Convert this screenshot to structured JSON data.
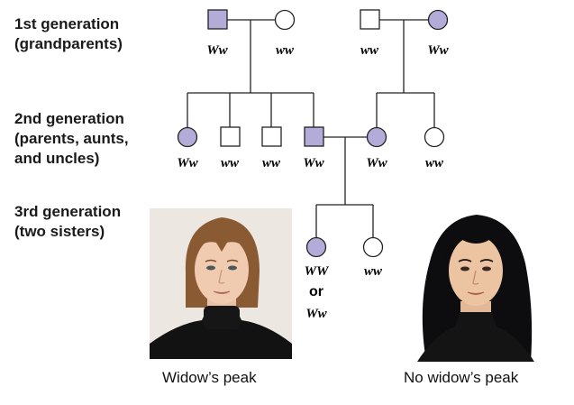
{
  "generations": [
    {
      "line1": "1st generation",
      "line2": "(grandparents)"
    },
    {
      "line1": "2nd generation",
      "line2": "(parents, aunts,",
      "line3": "and uncles)"
    },
    {
      "line1": "3rd generation",
      "line2": "(two sisters)"
    }
  ],
  "gen1": [
    {
      "sex": "male",
      "affected": true,
      "genotype": "Ww"
    },
    {
      "sex": "female",
      "affected": false,
      "genotype": "ww"
    },
    {
      "sex": "male",
      "affected": false,
      "genotype": "ww"
    },
    {
      "sex": "female",
      "affected": true,
      "genotype": "Ww"
    }
  ],
  "gen2": [
    {
      "sex": "female",
      "affected": true,
      "genotype": "Ww"
    },
    {
      "sex": "male",
      "affected": false,
      "genotype": "ww"
    },
    {
      "sex": "male",
      "affected": false,
      "genotype": "ww"
    },
    {
      "sex": "male",
      "affected": true,
      "genotype": "Ww"
    },
    {
      "sex": "female",
      "affected": true,
      "genotype": "Ww"
    },
    {
      "sex": "female",
      "affected": false,
      "genotype": "ww"
    }
  ],
  "gen3": [
    {
      "sex": "female",
      "affected": true,
      "genotype_a": "WW",
      "or": "or",
      "genotype_b": "Ww"
    },
    {
      "sex": "female",
      "affected": false,
      "genotype": "ww"
    }
  ],
  "captions": {
    "left": "Widow’s peak",
    "right": "No widow’s peak"
  },
  "colors": {
    "affected_fill": "#b3acd8",
    "unaffected_fill": "#ffffff",
    "line": "#222222"
  }
}
